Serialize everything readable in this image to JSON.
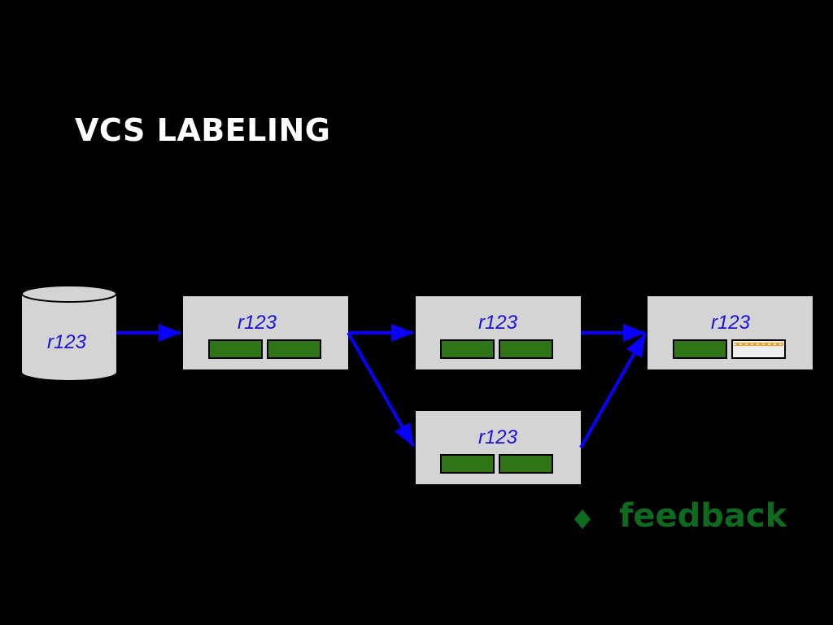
{
  "slide": {
    "title": "VCS LABELING",
    "bullet_text": "feedback"
  },
  "colors": {
    "background": "#000000",
    "title": "#ffffff",
    "arrow": "#0a00ff",
    "node_fill": "#d4d4d4",
    "label_text": "#1a10e0",
    "status_green": "#2f7416",
    "status_pending": "#eeeeee",
    "status_pending_stripe": "#f0a020",
    "bullet_green": "#0d6a1e"
  },
  "nodes": {
    "repository": {
      "label": "r123"
    },
    "stage_1": {
      "label": "r123",
      "statuses": [
        "passed",
        "passed"
      ]
    },
    "stage_2a": {
      "label": "r123",
      "statuses": [
        "passed",
        "passed"
      ]
    },
    "stage_2b": {
      "label": "r123",
      "statuses": [
        "passed",
        "passed"
      ]
    },
    "stage_3": {
      "label": "r123",
      "statuses": [
        "passed",
        "pending"
      ]
    }
  },
  "icons": {
    "bullet": "diamond-icon"
  }
}
